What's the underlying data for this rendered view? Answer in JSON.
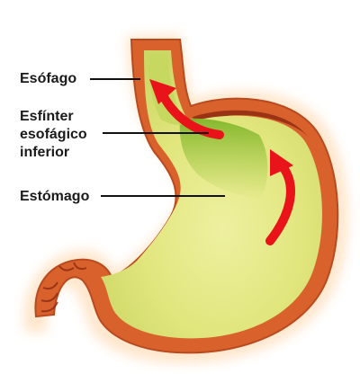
{
  "labels": {
    "esofago": "Esófago",
    "esfinter_line1": "Esfínter",
    "esfinter_line2": "esofágico",
    "esfinter_line3": "inferior",
    "estomago": "Estómago"
  },
  "colors": {
    "outer_glow": "#ffe9d4",
    "wall": "#d35a28",
    "wall_dark": "#8e2b12",
    "interior": "#e4e98a",
    "interior_green": "#9cc53c",
    "arrow": "#e8141a",
    "leader_line": "#111111"
  },
  "icons": {
    "reflux_arrow_upper": "curved-arrow-up-left",
    "reflux_arrow_lower": "curved-arrow-up"
  }
}
